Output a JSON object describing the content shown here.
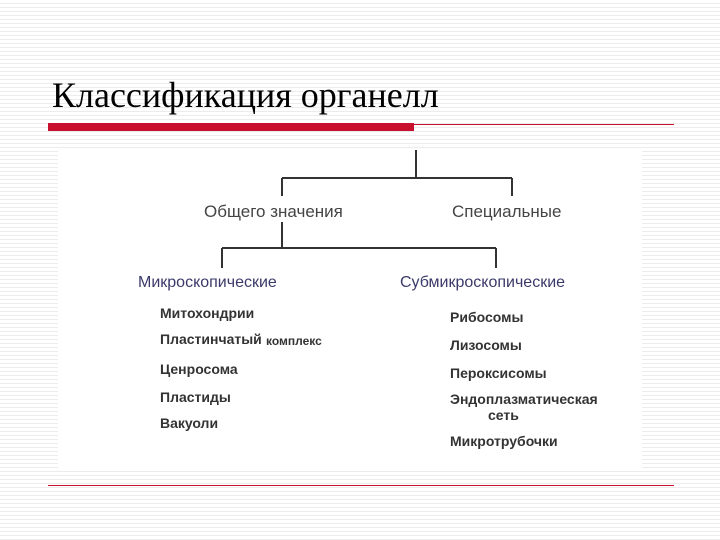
{
  "slide": {
    "title": "Классификация органелл"
  },
  "diagram": {
    "level1": {
      "left": "Общего значения",
      "right": "Специальные"
    },
    "level2": {
      "left": "Микроскопические",
      "right": "Субмикроскопические"
    },
    "micro_items": [
      "Митохондрии",
      "Пластинчатый",
      "комплекс",
      "Ценросома",
      "Пластиды",
      "Вакуоли"
    ],
    "submicro_items": [
      "Рибосомы",
      "Лизосомы",
      "Пероксисомы",
      "Эндоплазматическая",
      "сеть",
      "Микротрубочки"
    ]
  },
  "colors": {
    "accent_red": "#c8102e",
    "connector": "#333333"
  }
}
